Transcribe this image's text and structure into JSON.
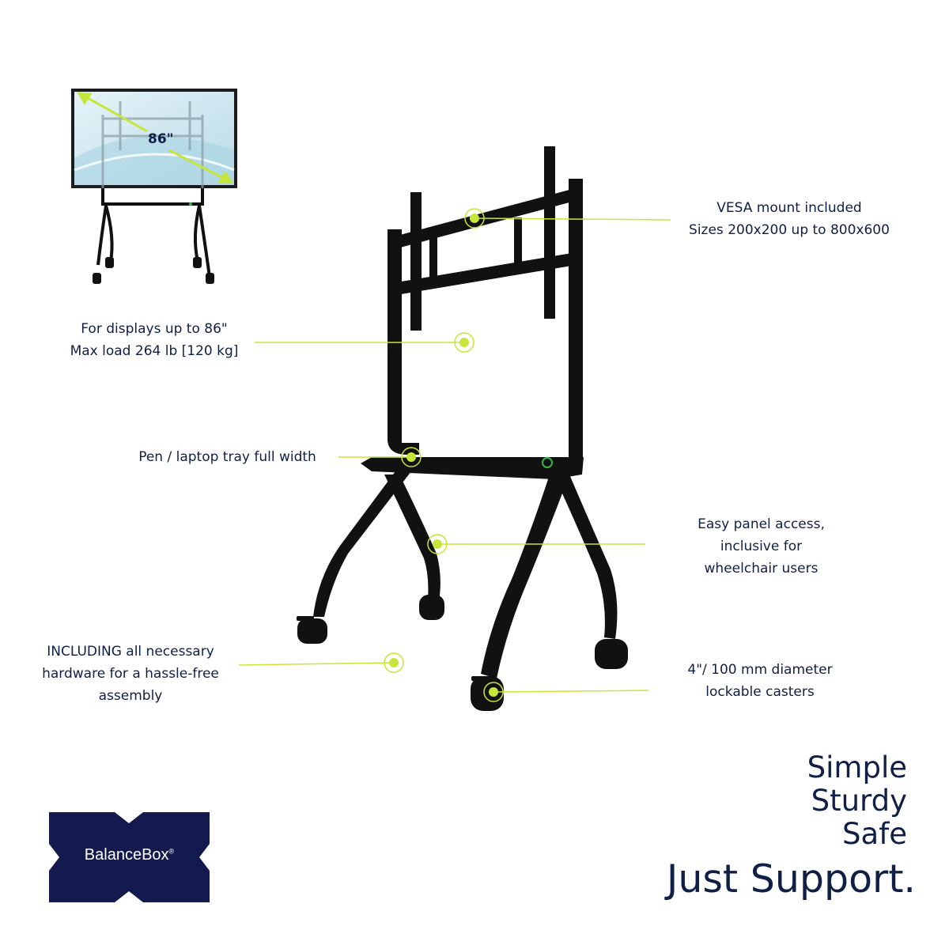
{
  "thumbnail": {
    "size_label": "86\""
  },
  "callouts": {
    "vesa": {
      "line1": "VESA mount included",
      "line2": "Sizes 200x200 up to 800x600"
    },
    "displays": {
      "line1": "For displays up to 86\"",
      "line2": "Max load 264 lb [120 kg]"
    },
    "tray": {
      "line1": "Pen / laptop tray full width"
    },
    "access": {
      "line1": "Easy panel access,",
      "line2": "inclusive for",
      "line3": "wheelchair users"
    },
    "hardware": {
      "line1": "INCLUDING all necessary",
      "line2": "hardware for a hassle-free",
      "line3": "assembly"
    },
    "casters": {
      "line1": "4\"/ 100 mm diameter",
      "line2": "lockable casters"
    }
  },
  "tagline": {
    "line1": "Simple",
    "line2": "Sturdy",
    "line3": "Safe",
    "slogan": "Just Support."
  },
  "logo": {
    "brand": "BalanceBox",
    "mark": "®"
  },
  "colors": {
    "accent": "#c5e63a",
    "navy": "#0f1f45",
    "frame": "#111111"
  }
}
